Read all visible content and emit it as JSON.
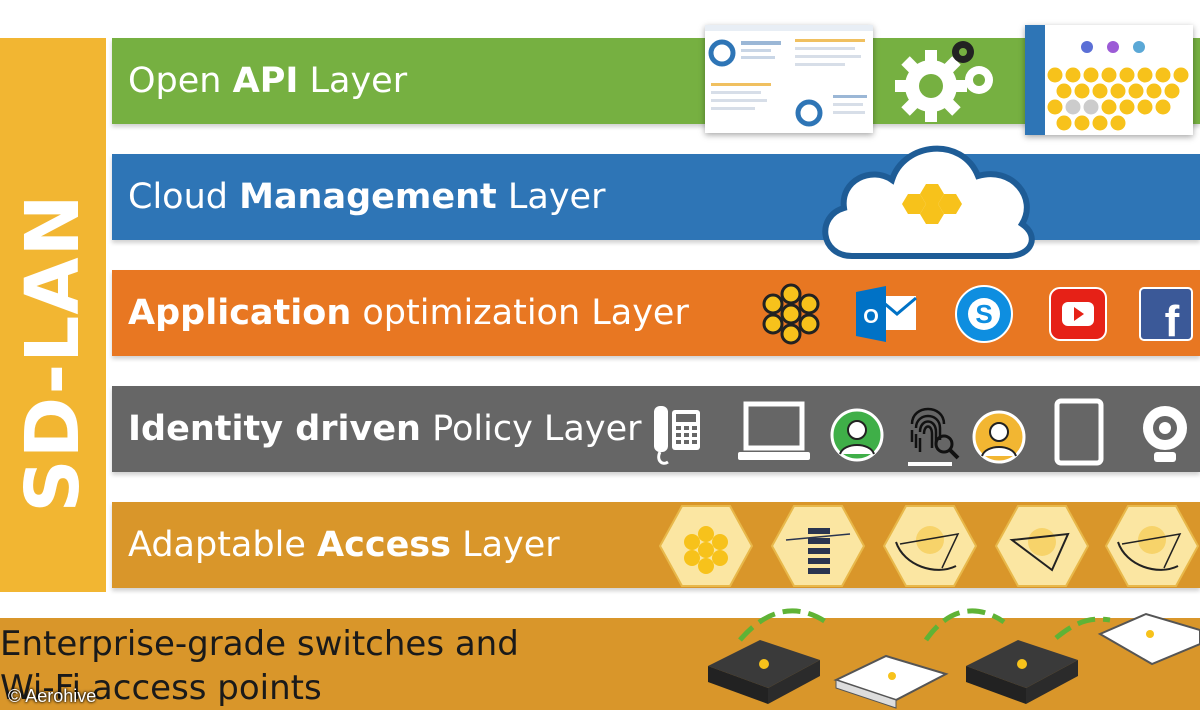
{
  "side_label": "SD-LAN",
  "layers": [
    {
      "pre": "Open ",
      "bold": "API",
      "post": " Layer",
      "color": "#76B041",
      "icons": [
        "dashboard-screenshot",
        "gears-icon",
        "hive-map-screenshot"
      ]
    },
    {
      "pre": "Cloud ",
      "bold": "Management",
      "post": " Layer",
      "color": "#2E75B6",
      "icons": [
        "cloud-hive-icon"
      ]
    },
    {
      "pre": "",
      "bold": "Application",
      "post": " optimization Layer",
      "color": "#E87722",
      "icons": [
        "app-hive-icon",
        "outlook-icon",
        "skype-icon",
        "youtube-icon",
        "facebook-icon"
      ]
    },
    {
      "pre": "",
      "bold": "Identity driven",
      "post": " Policy Layer",
      "color": "#666666",
      "icons": [
        "phone-icon",
        "laptop-icon",
        "user-avatar-green-icon",
        "fingerprint-icon",
        "user-avatar-yellow-icon",
        "tablet-icon",
        "webcam-icon"
      ]
    },
    {
      "pre": "Adaptable ",
      "bold": "Access",
      "post": " Layer",
      "color": "#D9962A",
      "icons": [
        "hex-honeycomb-icon",
        "hex-columns-icon",
        "hex-path-icon",
        "hex-triangle-icon",
        "hex-path-icon"
      ]
    }
  ],
  "base": {
    "line1": "Enterprise-grade switches and",
    "line2": "Wi-Fi access points",
    "icons": [
      "switch-icon",
      "access-point-icon",
      "switch-icon",
      "access-point-icon"
    ]
  },
  "copyright": "© Aerohive",
  "colors": {
    "sidebar": "#F2B632",
    "hive": "#F7C21B"
  }
}
